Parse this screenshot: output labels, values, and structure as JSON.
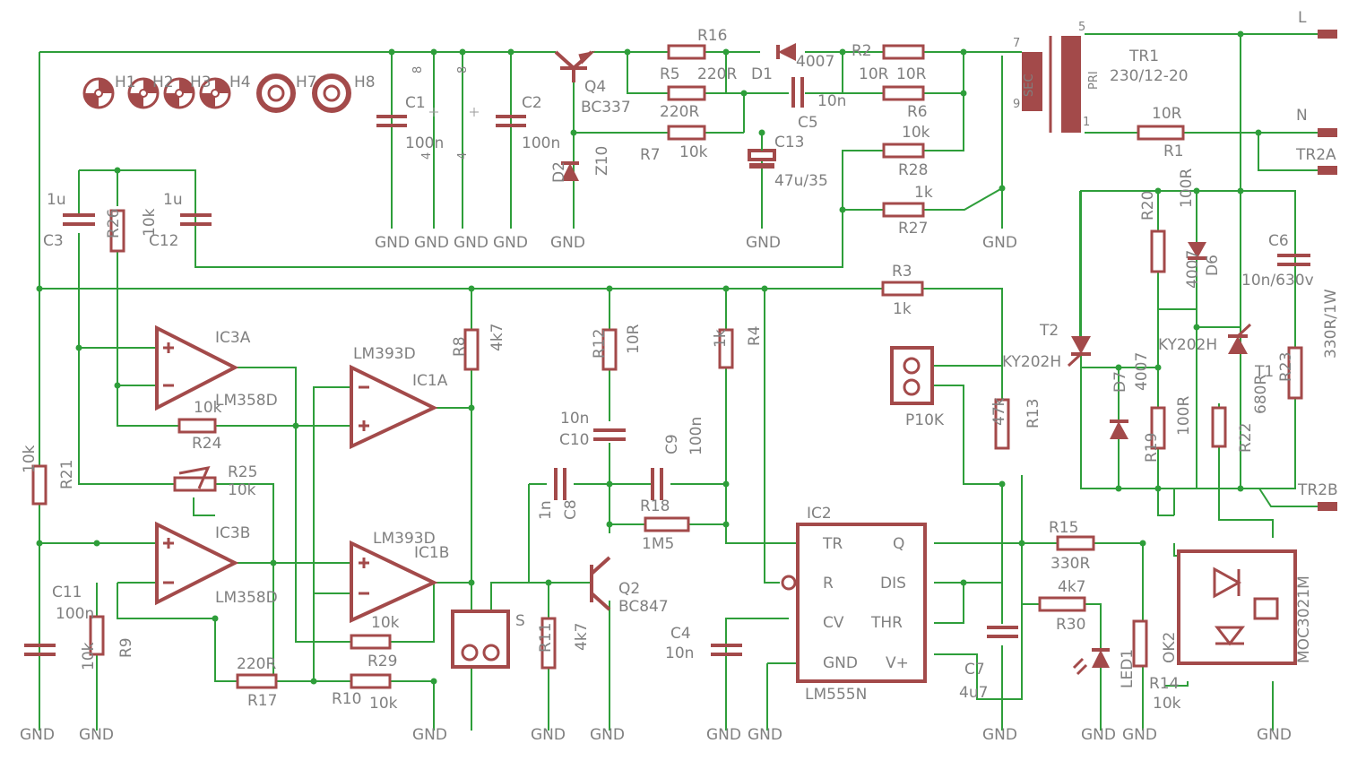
{
  "schematic": {
    "mounting_holes": [
      "H1",
      "H2",
      "H3",
      "H4",
      "H7",
      "H8"
    ],
    "gnd": "GND",
    "terminals": {
      "L": "L",
      "N": "N",
      "TR2A": "TR2A",
      "TR2B": "TR2B"
    },
    "parts": {
      "Q4": [
        "Q4",
        "BC337"
      ],
      "Q2": [
        "Q2",
        "BC847"
      ],
      "D1": [
        "D1",
        "4007"
      ],
      "D2": [
        "D2",
        "Z10"
      ],
      "D6": [
        "D6",
        "4007"
      ],
      "D7": [
        "D7",
        "4007"
      ],
      "TR1": [
        "TR1",
        "230/12-20"
      ],
      "T1": [
        "T1",
        "KY202H"
      ],
      "T2": [
        "T2",
        "KY202H"
      ],
      "IC3A": [
        "IC3A",
        "LM358D"
      ],
      "IC3B": [
        "IC3B",
        "LM358D"
      ],
      "IC1A": [
        "IC1A",
        "LM393D"
      ],
      "IC1B": [
        "IC1B",
        "LM393D"
      ],
      "IC2": [
        "IC2",
        "LM555N"
      ],
      "OK2": [
        "OK2",
        "MOC3021M"
      ],
      "LED1": [
        "LED1"
      ],
      "P10K": [
        "P10K"
      ],
      "S": [
        "S"
      ],
      "R1": [
        "R1",
        "10R"
      ],
      "R2": [
        "R2",
        "10R"
      ],
      "R3": [
        "R3",
        "1k"
      ],
      "R4": [
        "R4",
        "1k"
      ],
      "R5": [
        "R5",
        "220R"
      ],
      "R6": [
        "R6",
        "10R"
      ],
      "R7": [
        "R7",
        "10k"
      ],
      "R8": [
        "R8",
        "4k7"
      ],
      "R9": [
        "R9",
        "10k"
      ],
      "R10": [
        "R10",
        "10k"
      ],
      "R11": [
        "R11",
        "4k7"
      ],
      "R12": [
        "R12",
        "10R"
      ],
      "R13": [
        "R13",
        "47k"
      ],
      "R14": [
        "R14",
        "10k"
      ],
      "R15": [
        "R15",
        "330R"
      ],
      "R16": [
        "R16",
        "220R"
      ],
      "R17": [
        "R17",
        "220R"
      ],
      "R18": [
        "R18",
        "1M5"
      ],
      "R19": [
        "R19",
        "100R"
      ],
      "R20": [
        "R20",
        "100R"
      ],
      "R21": [
        "R21",
        "10k"
      ],
      "R22": [
        "R22",
        "680R"
      ],
      "R23": [
        "R23",
        "330R/1W"
      ],
      "R24": [
        "R24",
        "10k"
      ],
      "R25": [
        "R25",
        "10k"
      ],
      "R26": [
        "R26",
        "10k"
      ],
      "R27": [
        "R27",
        "1k"
      ],
      "R28": [
        "R28",
        "10k"
      ],
      "R29": [
        "R29",
        "10k"
      ],
      "R30": [
        "R30",
        "4k7"
      ],
      "C1": [
        "C1",
        "100n"
      ],
      "C2": [
        "C2",
        "100n"
      ],
      "C3": [
        "C3",
        "1u"
      ],
      "C4": [
        "C4",
        "10n"
      ],
      "C5": [
        "C5",
        "10n"
      ],
      "C6": [
        "C6",
        "10n/630v"
      ],
      "C7": [
        "C7",
        "4u7"
      ],
      "C8": [
        "C8",
        "1n"
      ],
      "C9": [
        "C9",
        "100n"
      ],
      "C10": [
        "C10",
        "10n"
      ],
      "C11": [
        "C11",
        "100n"
      ],
      "C12": [
        "C12",
        "1u"
      ],
      "C13": [
        "C13",
        "47u/35"
      ]
    },
    "pins": {
      "tr_sec": "SEC",
      "tr_pri": "PRI",
      "tr_5": "5",
      "tr_7": "7",
      "tr_9": "9",
      "tr_1": "1",
      "ic2_tr": "TR",
      "ic2_q": "Q",
      "ic2_r": "R",
      "ic2_dis": "DIS",
      "ic2_cv": "CV",
      "ic2_thr": "THR",
      "ic2_gnd": "GND",
      "ic2_vplus": "V+"
    }
  }
}
